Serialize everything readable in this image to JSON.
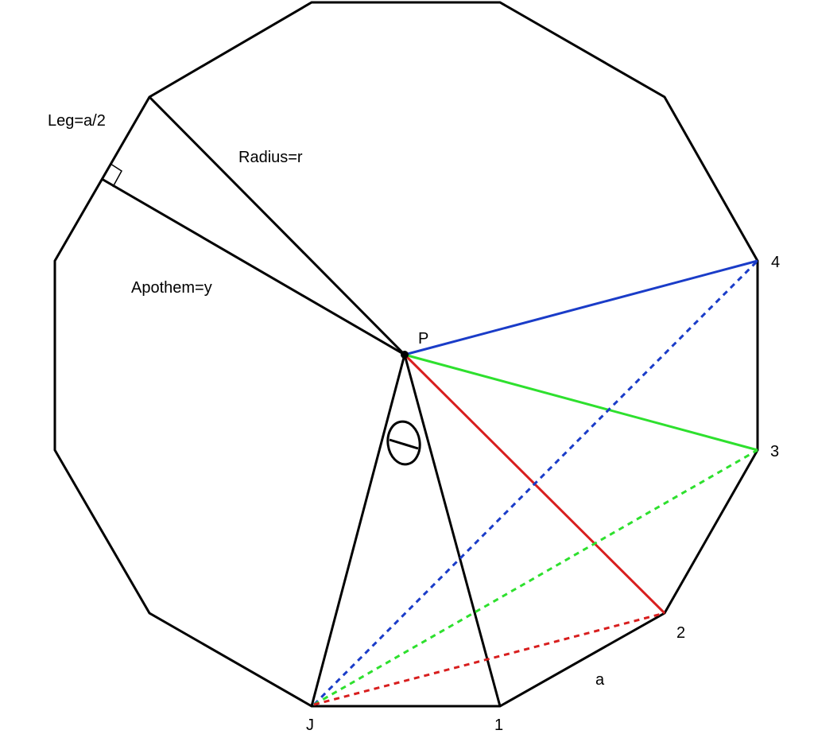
{
  "labels": {
    "leg": "Leg=a/2",
    "radius": "Radius=r",
    "apothem": "Apothem=y",
    "center": "P",
    "vertex_j": "J",
    "vertex_1": "1",
    "vertex_2": "2",
    "vertex_3": "3",
    "vertex_4": "4",
    "side": "a"
  },
  "colors": {
    "outline": "#000000",
    "diagonal_4": "#1a3cc8",
    "diagonal_3": "#2ee02e",
    "diagonal_2": "#d81e1e",
    "background": "#ffffff"
  },
  "figure": {
    "shape": "regular dodecagon",
    "sides": 12,
    "right_angle_marker": true,
    "angle_marker": "ellipse with line"
  }
}
